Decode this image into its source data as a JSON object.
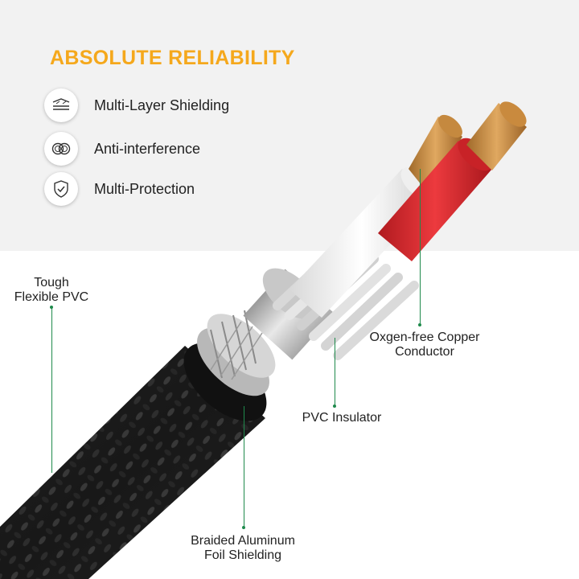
{
  "header": {
    "title": "ABSOLUTE RELIABILITY",
    "accent_color": "#f5a81c"
  },
  "features": [
    {
      "label": "Multi-Layer Shielding",
      "icon": "layers-shield-icon"
    },
    {
      "label": "Anti-interference",
      "icon": "rings-icon"
    },
    {
      "label": "Multi-Protection",
      "icon": "shield-check-icon"
    }
  ],
  "callouts": {
    "pvc_jacket": {
      "line1": "Tough",
      "line2": "Flexible PVC"
    },
    "copper": {
      "line1": "Oxgen-free Copper",
      "line2": "Conductor"
    },
    "insulator": {
      "line1": "PVC Insulator"
    },
    "braid": {
      "line1": "Braided Aluminum",
      "line2": "Foil Shielding"
    }
  },
  "colors": {
    "leader_line": "#1f8a4c",
    "wire_red": "#d9262b",
    "wire_white": "#f4f4f4",
    "copper": "#c98a3e",
    "jacket": "#1c1c1c"
  }
}
